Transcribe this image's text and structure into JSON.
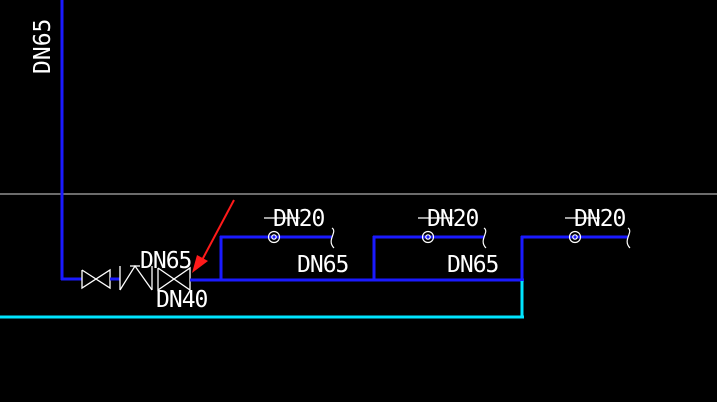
{
  "colors": {
    "background": "#000000",
    "pipe_main": "#1a1aff",
    "pipe_return": "#00e5ff",
    "guide_line": "#d9d9d9",
    "text": "#ffffff",
    "annotation_arrow": "#ff1a1a"
  },
  "labels": {
    "riser_size": "DN65",
    "main_size_1": "DN65",
    "main_size_2": "DN65",
    "valve_size_upper": "DN65",
    "valve_size_lower": "DN40",
    "branch_1": "DN20",
    "branch_2": "DN20",
    "branch_3": "DN20"
  },
  "symbols": {
    "gate_valve": "gate-valve-icon",
    "check_valve": "check-valve-icon",
    "reducer_valve": "valve-icon",
    "outlet": "sprinkler-outlet-icon",
    "break_mark": "pipe-break-icon",
    "pointer": "red-arrow-icon"
  }
}
